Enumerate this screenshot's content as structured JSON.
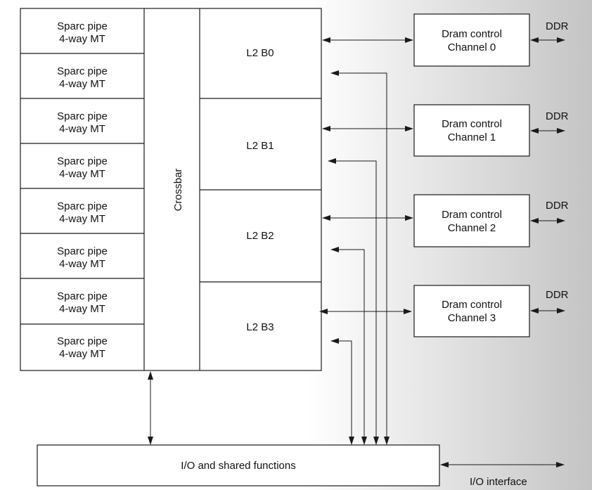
{
  "sparc_pipes": [
    {
      "line1": "Sparc pipe",
      "line2": "4-way MT"
    },
    {
      "line1": "Sparc pipe",
      "line2": "4-way MT"
    },
    {
      "line1": "Sparc pipe",
      "line2": "4-way MT"
    },
    {
      "line1": "Sparc pipe",
      "line2": "4-way MT"
    },
    {
      "line1": "Sparc pipe",
      "line2": "4-way MT"
    },
    {
      "line1": "Sparc pipe",
      "line2": "4-way MT"
    },
    {
      "line1": "Sparc pipe",
      "line2": "4-way MT"
    },
    {
      "line1": "Sparc pipe",
      "line2": "4-way MT"
    }
  ],
  "crossbar": {
    "label": "Crossbar"
  },
  "l2_banks": [
    {
      "label": "L2 B0"
    },
    {
      "label": "L2 B1"
    },
    {
      "label": "L2 B2"
    },
    {
      "label": "L2 B3"
    }
  ],
  "dram_channels": [
    {
      "line1": "Dram control",
      "line2": "Channel 0",
      "ddr": "DDR"
    },
    {
      "line1": "Dram control",
      "line2": "Channel 1",
      "ddr": "DDR"
    },
    {
      "line1": "Dram control",
      "line2": "Channel 2",
      "ddr": "DDR"
    },
    {
      "line1": "Dram control",
      "line2": "Channel 3",
      "ddr": "DDR"
    }
  ],
  "io": {
    "label": "I/O and shared functions",
    "interface_label": "I/O interface"
  },
  "colors": {
    "background_light": "#ffffff",
    "background_dark": "#c4c4c4",
    "stroke": "#1a1a1a"
  }
}
